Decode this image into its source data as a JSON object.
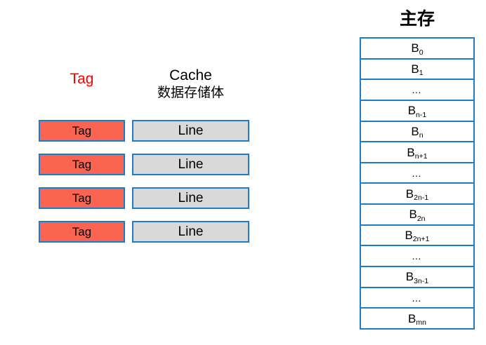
{
  "background_color": "#ffffff",
  "colors": {
    "tag_header_text": "#ff0000",
    "tag_fill": "#fa6450",
    "line_fill": "#d9d9d9",
    "border_blue": "#1f7ac7",
    "text_black": "#000000"
  },
  "cache": {
    "tag_header": "Tag",
    "data_header_line1": "Cache",
    "data_header_line2": "数据存储体",
    "rows": [
      {
        "tag": "Tag",
        "line": "Line"
      },
      {
        "tag": "Tag",
        "line": "Line"
      },
      {
        "tag": "Tag",
        "line": "Line"
      },
      {
        "tag": "Tag",
        "line": "Line"
      }
    ]
  },
  "memory": {
    "title": "主存",
    "rows": [
      {
        "base": "B",
        "sub": "0",
        "is_ellipsis": false
      },
      {
        "base": "B",
        "sub": "1",
        "is_ellipsis": false
      },
      {
        "base": "…",
        "sub": "",
        "is_ellipsis": true
      },
      {
        "base": "B",
        "sub": "n-1",
        "is_ellipsis": false
      },
      {
        "base": "B",
        "sub": "n",
        "is_ellipsis": false
      },
      {
        "base": "B",
        "sub": "n+1",
        "is_ellipsis": false
      },
      {
        "base": "…",
        "sub": "",
        "is_ellipsis": true
      },
      {
        "base": "B",
        "sub": "2n-1",
        "is_ellipsis": false
      },
      {
        "base": "B",
        "sub": "2n",
        "is_ellipsis": false
      },
      {
        "base": "B",
        "sub": "2n+1",
        "is_ellipsis": false
      },
      {
        "base": "…",
        "sub": "",
        "is_ellipsis": true
      },
      {
        "base": "B",
        "sub": "3n-1",
        "is_ellipsis": false
      },
      {
        "base": "…",
        "sub": "",
        "is_ellipsis": true
      },
      {
        "base": "B",
        "sub": "mn",
        "is_ellipsis": false
      }
    ]
  }
}
